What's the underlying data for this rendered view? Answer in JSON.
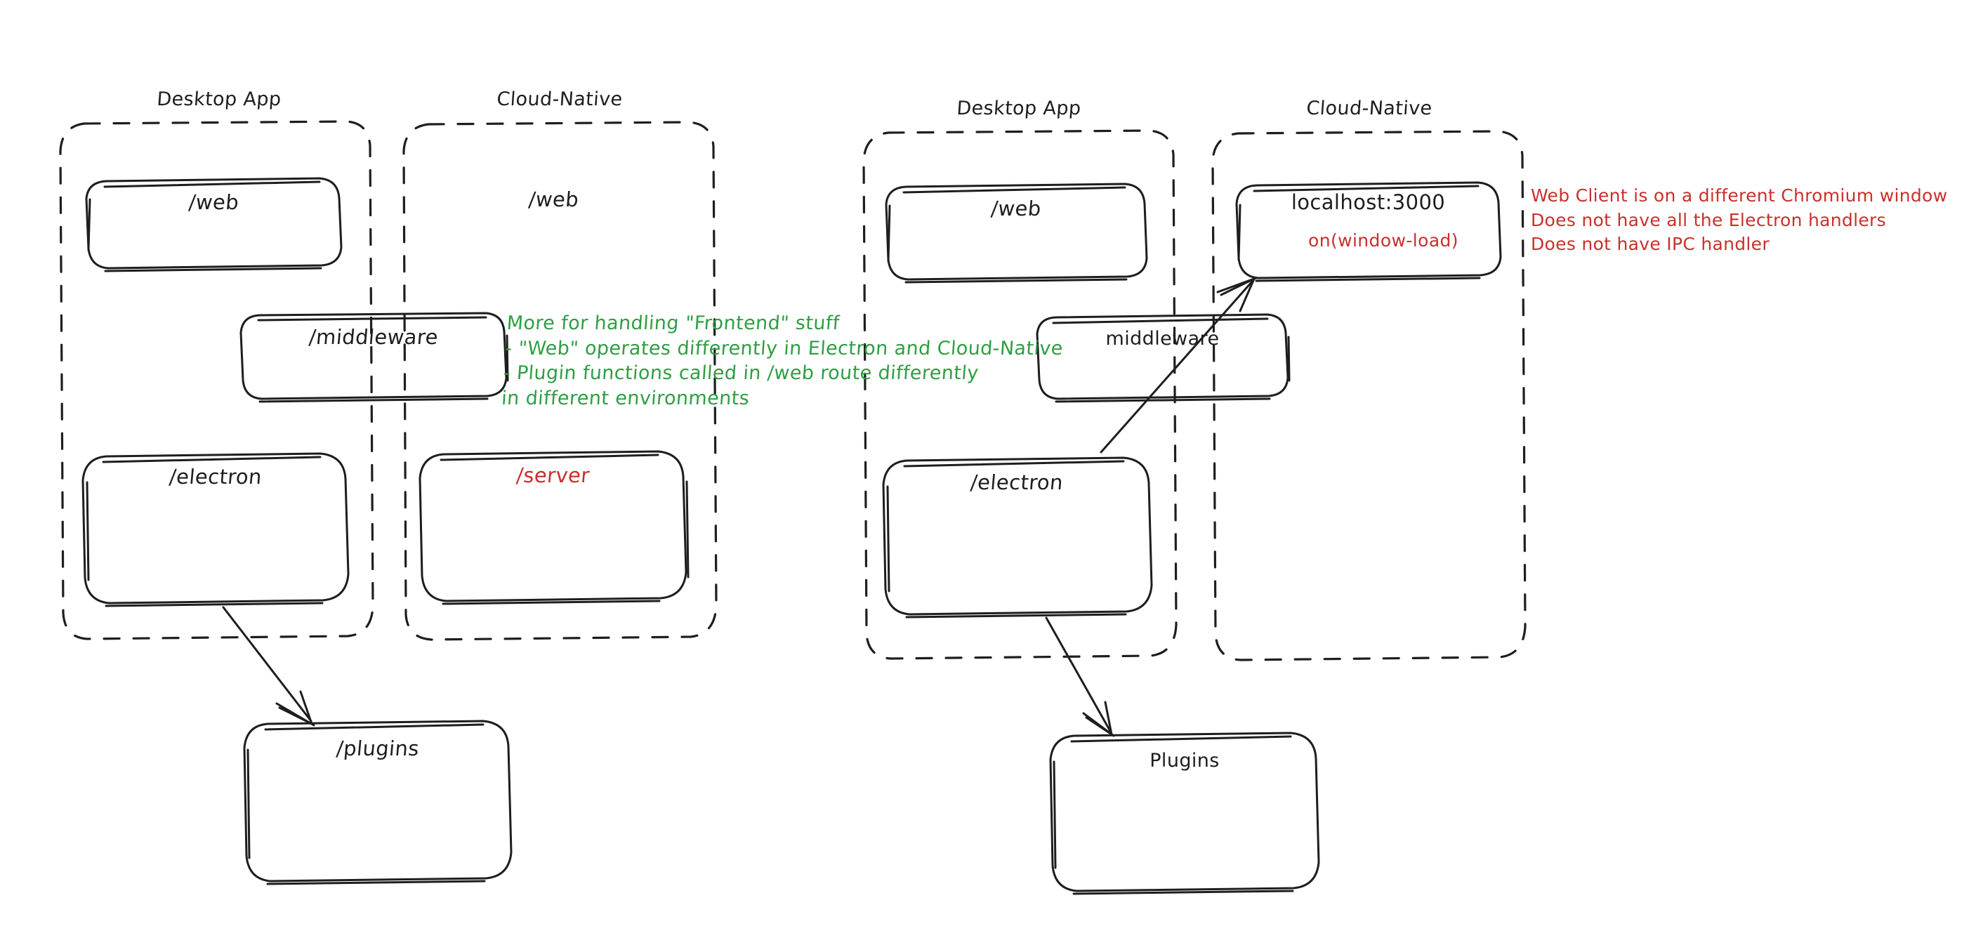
{
  "diagram": {
    "title": "Electron vs Cloud-Native architecture sketch",
    "style": "hand-drawn",
    "colors": {
      "stroke": "#1e1e1e",
      "green": "#2f9e44",
      "red": "#c9302c",
      "background": "#ffffff"
    }
  },
  "left_diagram": {
    "groups": [
      {
        "label": "Desktop App"
      },
      {
        "label": "Cloud-Native"
      }
    ],
    "boxes": [
      {
        "label": "/web",
        "color": "black"
      },
      {
        "label": "/web",
        "color": "black"
      },
      {
        "label": "/middleware",
        "color": "black"
      },
      {
        "label": "/electron",
        "color": "black"
      },
      {
        "label": "/server",
        "color": "red"
      },
      {
        "label": "/plugins",
        "color": "black"
      }
    ],
    "note_green": "More for handling \"Frontend\" stuff\n- \"Web\" operates differently in Electron and Cloud-Native\n- Plugin functions called in /web route differently\nin different environments"
  },
  "right_diagram": {
    "groups": [
      {
        "label": "Desktop App"
      },
      {
        "label": "Cloud-Native"
      }
    ],
    "boxes": [
      {
        "label": "/web",
        "color": "black"
      },
      {
        "label": "localhost:3000",
        "color": "black",
        "sublabel": "on(window-load)",
        "sublabel_color": "red"
      },
      {
        "label": "middleware",
        "color": "black"
      },
      {
        "label": "/electron",
        "color": "black"
      },
      {
        "label": "Plugins",
        "color": "black"
      }
    ],
    "note_red": "Web Client is on a different Chromium window\nDoes not have all the Electron handlers\nDoes not have IPC handler"
  }
}
